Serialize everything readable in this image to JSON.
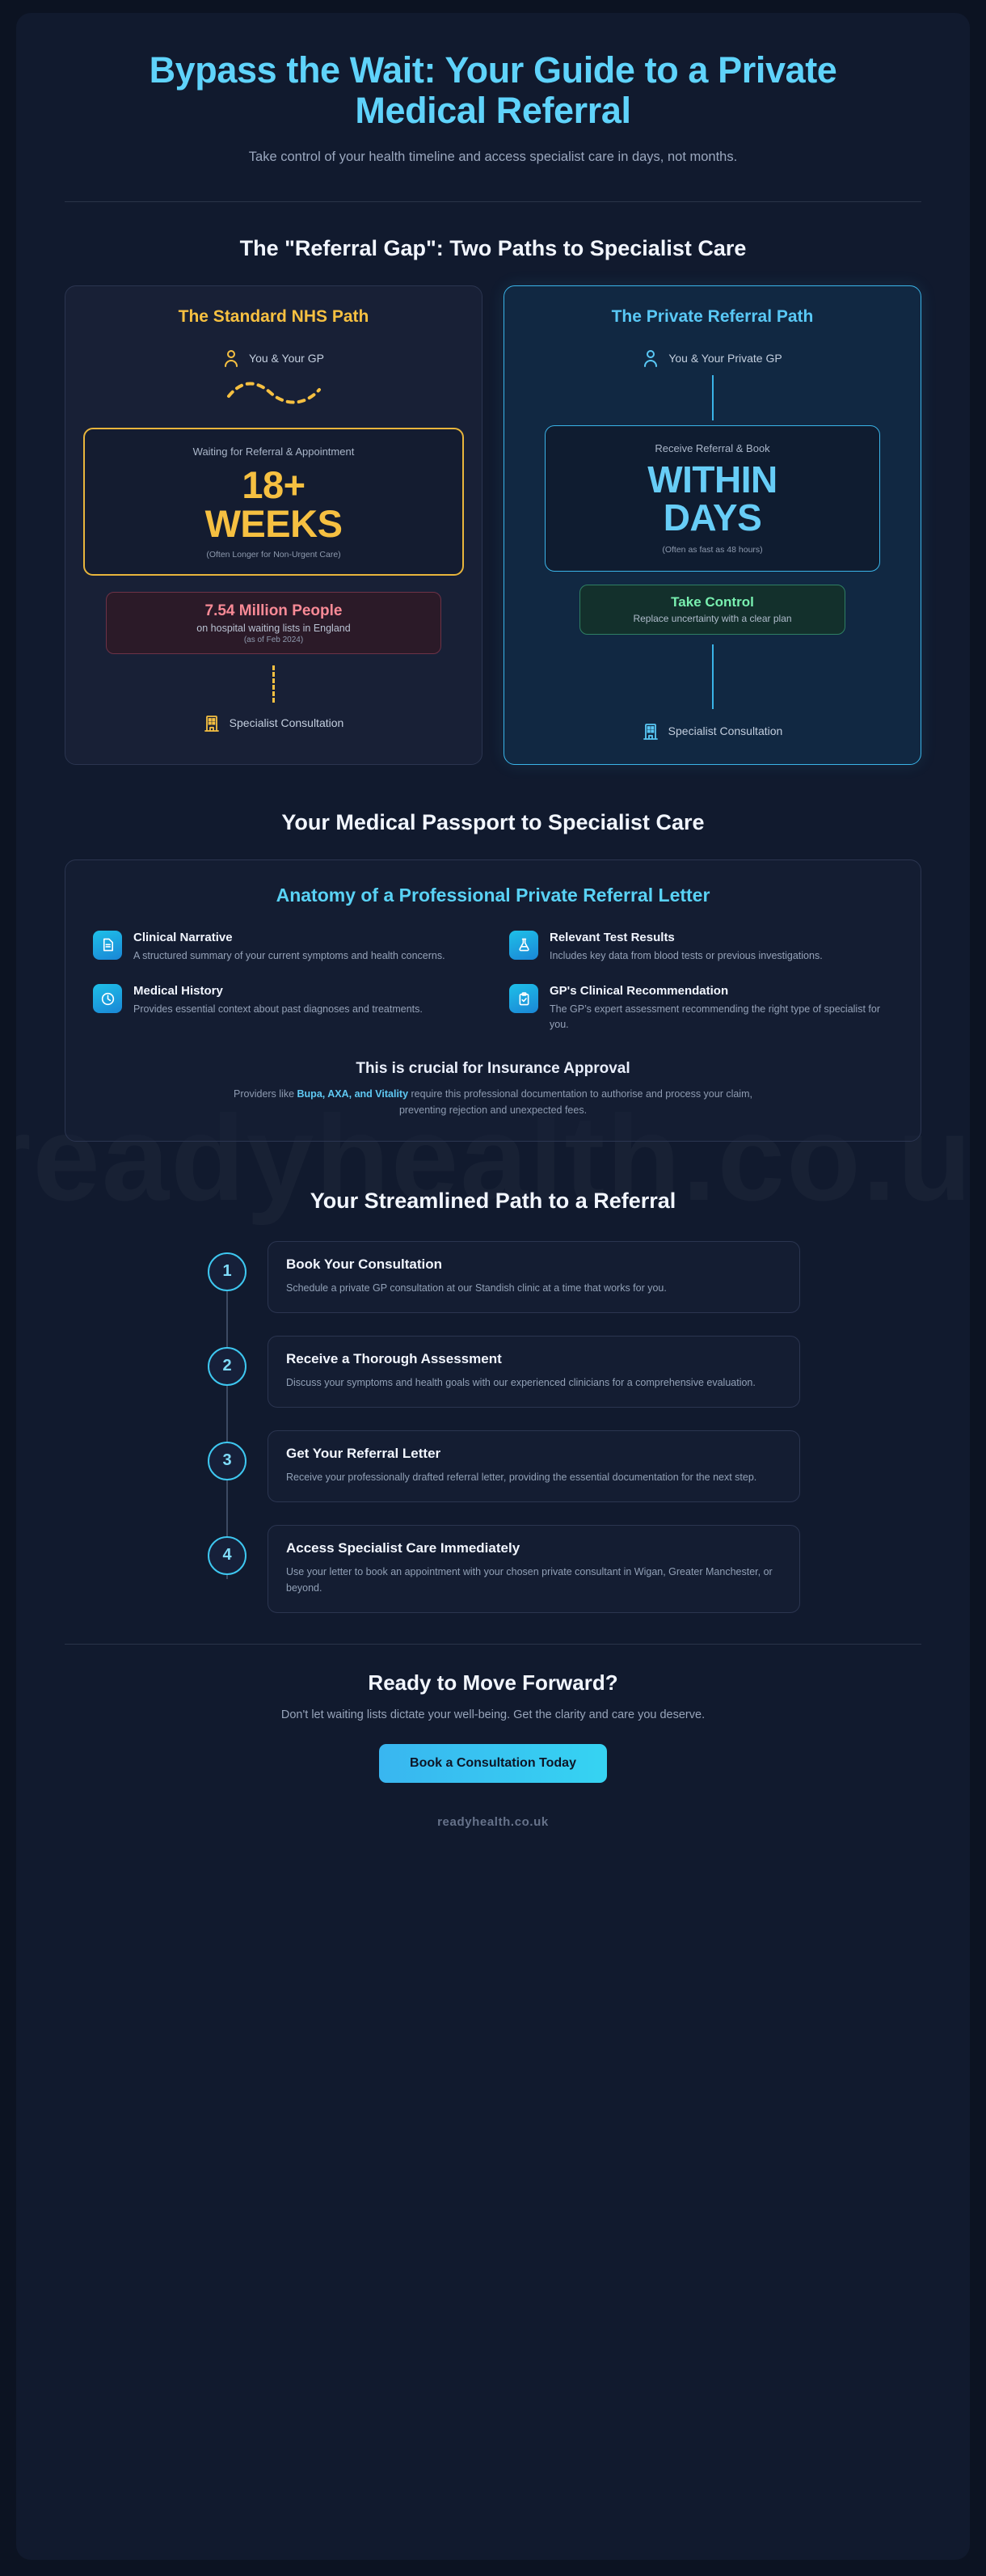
{
  "hero": {
    "title": "Bypass the Wait: Your Guide to a Private Medical Referral",
    "subtitle": "Take control of your health timeline and access specialist care in days, not months."
  },
  "gap_section": {
    "title": "The \"Referral Gap\": Two Paths to Specialist Care",
    "nhs": {
      "title": "The Standard NHS Path",
      "start_node": "You & Your GP",
      "wait_label": "Waiting for Referral & Appointment",
      "wait_value_line1": "18+",
      "wait_value_line2": "WEEKS",
      "wait_note": "(Often Longer for Non-Urgent Care)",
      "stat_value": "7.54 Million People",
      "stat_label": "on hospital waiting lists in England",
      "stat_note": "(as of Feb 2024)",
      "end_node": "Specialist Consultation"
    },
    "private": {
      "title": "The Private Referral Path",
      "start_node": "You & Your Private GP",
      "speed_label": "Receive Referral & Book",
      "speed_value_line1": "WITHIN",
      "speed_value_line2": "DAYS",
      "speed_note": "(Often as fast as 48 hours)",
      "control_title": "Take Control",
      "control_label": "Replace uncertainty with a clear plan",
      "end_node": "Specialist Consultation"
    }
  },
  "passport_section": {
    "title": "Your Medical Passport to Specialist Care",
    "panel_title": "Anatomy of a Professional Private Referral Letter",
    "features": [
      {
        "icon": "document-icon",
        "title": "Clinical Narrative",
        "text": "A structured summary of your current symptoms and health concerns."
      },
      {
        "icon": "flask-icon",
        "title": "Relevant Test Results",
        "text": "Includes key data from blood tests or previous investigations."
      },
      {
        "icon": "clock-icon",
        "title": "Medical History",
        "text": "Provides essential context about past diagnoses and treatments."
      },
      {
        "icon": "clipboard-check-icon",
        "title": "GP's Clinical Recommendation",
        "text": "The GP’s expert assessment recommending the right type of specialist for you."
      }
    ],
    "insurance_title": "This is crucial for Insurance Approval",
    "insurance_text_before": "Providers like ",
    "insurance_providers": "Bupa, AXA, and Vitality",
    "insurance_text_after": " require this professional documentation to authorise and process your claim, preventing rejection and unexpected fees."
  },
  "steps_section": {
    "title": "Your Streamlined Path to a Referral",
    "steps": [
      {
        "number": "1",
        "title": "Book Your Consultation",
        "text": "Schedule a private GP consultation at our Standish clinic at a time that works for you."
      },
      {
        "number": "2",
        "title": "Receive a Thorough Assessment",
        "text": "Discuss your symptoms and health goals with our experienced clinicians for a comprehensive evaluation."
      },
      {
        "number": "3",
        "title": "Get Your Referral Letter",
        "text": "Receive your professionally drafted referral letter, providing the essential documentation for the next step."
      },
      {
        "number": "4",
        "title": "Access Specialist Care Immediately",
        "text": "Use your letter to book an appointment with your chosen private consultant in Wigan, Greater Manchester, or beyond."
      }
    ]
  },
  "footer": {
    "title": "Ready to Move Forward?",
    "subtitle": "Don't let waiting lists dictate your well-being. Get the clarity and care you deserve.",
    "cta_label": "Book a Consultation Today",
    "brand": "readyhealth.co.uk",
    "watermark": "readyhealth.co.uk"
  },
  "colors": {
    "accent_cyan": "#59c8f5",
    "accent_amber": "#f6c041",
    "accent_green": "#79f0b0",
    "accent_red": "#f98a96",
    "background": "#111a2e"
  }
}
